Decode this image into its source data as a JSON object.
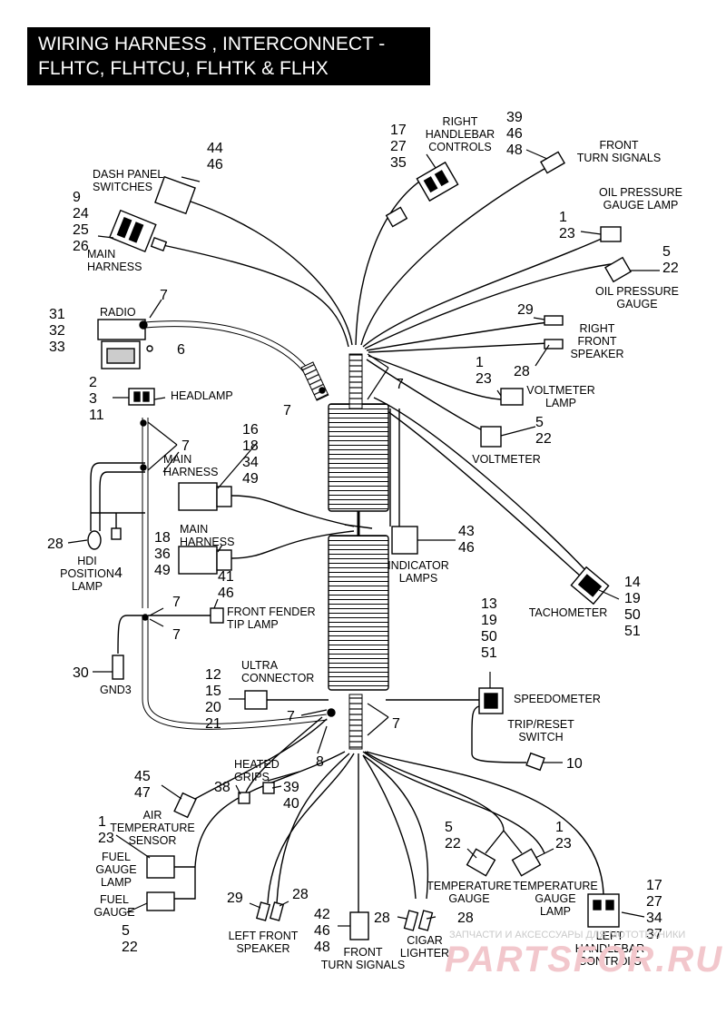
{
  "title": {
    "line1": "WIRING HARNESS , INTERCONNECT -",
    "line2": "FLHTC, FLHTCU, FLHTK & FLHX"
  },
  "labels": [
    {
      "id": "dash-panel-switches",
      "text": "DASH PANEL|SWITCHES"
    },
    {
      "id": "main-harness-top",
      "text": "MAIN|HARNESS"
    },
    {
      "id": "radio",
      "text": "RADIO"
    },
    {
      "id": "headlamp",
      "text": "HEADLAMP"
    },
    {
      "id": "main-harness-mid",
      "text": "MAIN|HARNESS"
    },
    {
      "id": "main-harness-lower",
      "text": "MAIN|HARNESS"
    },
    {
      "id": "hdi-position-lamp",
      "text": "HDI|POSITION|LAMP"
    },
    {
      "id": "front-fender-tip-lamp",
      "text": "FRONT FENDER|TIP LAMP"
    },
    {
      "id": "gnd3",
      "text": "GND3"
    },
    {
      "id": "ultra-connector",
      "text": "ULTRA|CONNECTOR"
    },
    {
      "id": "heated-grips",
      "text": "HEATED|GRIPS"
    },
    {
      "id": "air-temperature-sensor",
      "text": "AIR|TEMPERATURE|SENSOR"
    },
    {
      "id": "fuel-gauge-lamp",
      "text": "FUEL|GAUGE|LAMP"
    },
    {
      "id": "fuel-gauge",
      "text": "FUEL|GAUGE"
    },
    {
      "id": "left-front-speaker",
      "text": "LEFT FRONT|SPEAKER"
    },
    {
      "id": "front-turn-signals-bottom",
      "text": "FRONT|TURN SIGNALS"
    },
    {
      "id": "cigar-lighter",
      "text": "CIGAR|LIGHTER"
    },
    {
      "id": "temperature-gauge",
      "text": "TEMPERATURE|GAUGE"
    },
    {
      "id": "temperature-gauge-lamp",
      "text": "TEMPERATURE|GAUGE|LAMP"
    },
    {
      "id": "left-handlebar-controls",
      "text": "LEFT|HANDLEBAR|CONTROLS"
    },
    {
      "id": "right-handlebar-controls",
      "text": "RIGHT|HANDLEBAR|CONTROLS"
    },
    {
      "id": "front-turn-signals-top",
      "text": "FRONT|TURN SIGNALS"
    },
    {
      "id": "oil-pressure-gauge-lamp",
      "text": "OIL PRESSURE|GAUGE LAMP"
    },
    {
      "id": "oil-pressure-gauge",
      "text": "OIL PRESSURE|GAUGE"
    },
    {
      "id": "right-front-speaker",
      "text": "RIGHT|FRONT|SPEAKER"
    },
    {
      "id": "voltmeter-lamp",
      "text": "VOLTMETER|LAMP"
    },
    {
      "id": "voltmeter",
      "text": "VOLTMETER"
    },
    {
      "id": "indicator-lamps",
      "text": "INDICATOR|LAMPS"
    },
    {
      "id": "tachometer",
      "text": "TACHOMETER"
    },
    {
      "id": "speedometer",
      "text": "SPEEDOMETER"
    },
    {
      "id": "trip-reset-switch",
      "text": "TRIP/RESET|SWITCH"
    }
  ],
  "callouts": [
    {
      "id": "c-dash",
      "text": "44|46"
    },
    {
      "id": "c-main-top",
      "text": "9|24|25|26"
    },
    {
      "id": "c-radio-left",
      "text": "31|32|33"
    },
    {
      "id": "c-radio-7",
      "text": "7"
    },
    {
      "id": "c-radio-6",
      "text": "6"
    },
    {
      "id": "c-headlamp",
      "text": "2|3|11"
    },
    {
      "id": "c-left-7a",
      "text": "7"
    },
    {
      "id": "c-main-mid",
      "text": "16|18|34|49"
    },
    {
      "id": "c-main-lower",
      "text": "18|36|49"
    },
    {
      "id": "c-hdi-28",
      "text": "28"
    },
    {
      "id": "c-hdi-4",
      "text": "4"
    },
    {
      "id": "c-fender-7a",
      "text": "7"
    },
    {
      "id": "c-fender-7b",
      "text": "7"
    },
    {
      "id": "c-fender",
      "text": "41|46"
    },
    {
      "id": "c-gnd3",
      "text": "30"
    },
    {
      "id": "c-ultra",
      "text": "12|15|20|21"
    },
    {
      "id": "c-center-7a",
      "text": "7"
    },
    {
      "id": "c-center-8",
      "text": "8"
    },
    {
      "id": "c-center-7b",
      "text": "7"
    },
    {
      "id": "c-heated-38",
      "text": "38"
    },
    {
      "id": "c-heated-right",
      "text": "39|40"
    },
    {
      "id": "c-air",
      "text": "45|47"
    },
    {
      "id": "c-fuel-lamp",
      "text": "1|23"
    },
    {
      "id": "c-fuel-gauge",
      "text": "5|22"
    },
    {
      "id": "c-lfs-29",
      "text": "29"
    },
    {
      "id": "c-lfs-28",
      "text": "28"
    },
    {
      "id": "c-fts-bottom",
      "text": "42|46|48"
    },
    {
      "id": "c-cigar-28a",
      "text": "28"
    },
    {
      "id": "c-cigar-28b",
      "text": "28"
    },
    {
      "id": "c-temp-gauge",
      "text": "5|22"
    },
    {
      "id": "c-temp-lamp",
      "text": "1|23"
    },
    {
      "id": "c-lhc",
      "text": "17|27|34|37"
    },
    {
      "id": "c-rhc",
      "text": "17|27|35"
    },
    {
      "id": "c-fts-top",
      "text": "39|46|48"
    },
    {
      "id": "c-oil-lamp",
      "text": "1|23"
    },
    {
      "id": "c-oil-gauge",
      "text": "5|22"
    },
    {
      "id": "c-rfs-29",
      "text": "29"
    },
    {
      "id": "c-rfs-28",
      "text": "28"
    },
    {
      "id": "c-right-7",
      "text": "7"
    },
    {
      "id": "c-left-7b",
      "text": "7"
    },
    {
      "id": "c-volt-lamp",
      "text": "1|23"
    },
    {
      "id": "c-volt",
      "text": "5|22"
    },
    {
      "id": "c-indicator",
      "text": "43|46"
    },
    {
      "id": "c-tach",
      "text": "14|19|50|51"
    },
    {
      "id": "c-speedo",
      "text": "13|19|50|51"
    },
    {
      "id": "c-trip",
      "text": "10"
    }
  ],
  "watermark": {
    "line1": "ЗАПЧАСТИ И АКСЕССУАРЫ ДЛЯ МОТОТЕХНИКИ",
    "line2": "PARTSFOR.RU"
  }
}
